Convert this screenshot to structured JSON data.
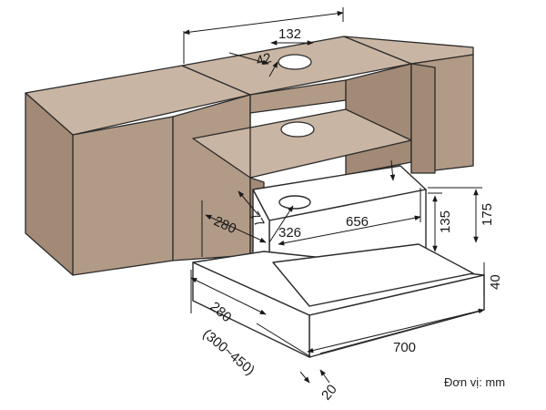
{
  "diagram": {
    "unit_note": "Đơn vị: mm",
    "dimensions": {
      "duct_spacing": "132",
      "duct_offset": "42",
      "top_depth": "77",
      "depth_left": "280",
      "duct_position": "326",
      "hood_width": "656",
      "hood_height_inner": "135",
      "hood_height_total": "175",
      "panel_height": "40",
      "visor_depth": "280",
      "extension_range": "(300~450)",
      "front_width": "700",
      "front_thickness": "20"
    },
    "colors": {
      "cabinet_front": "#b19a86",
      "cabinet_top": "#c9b5a3",
      "cabinet_side": "#a28a76",
      "outline": "#2b2b2b",
      "hood": "#ffffff"
    }
  }
}
